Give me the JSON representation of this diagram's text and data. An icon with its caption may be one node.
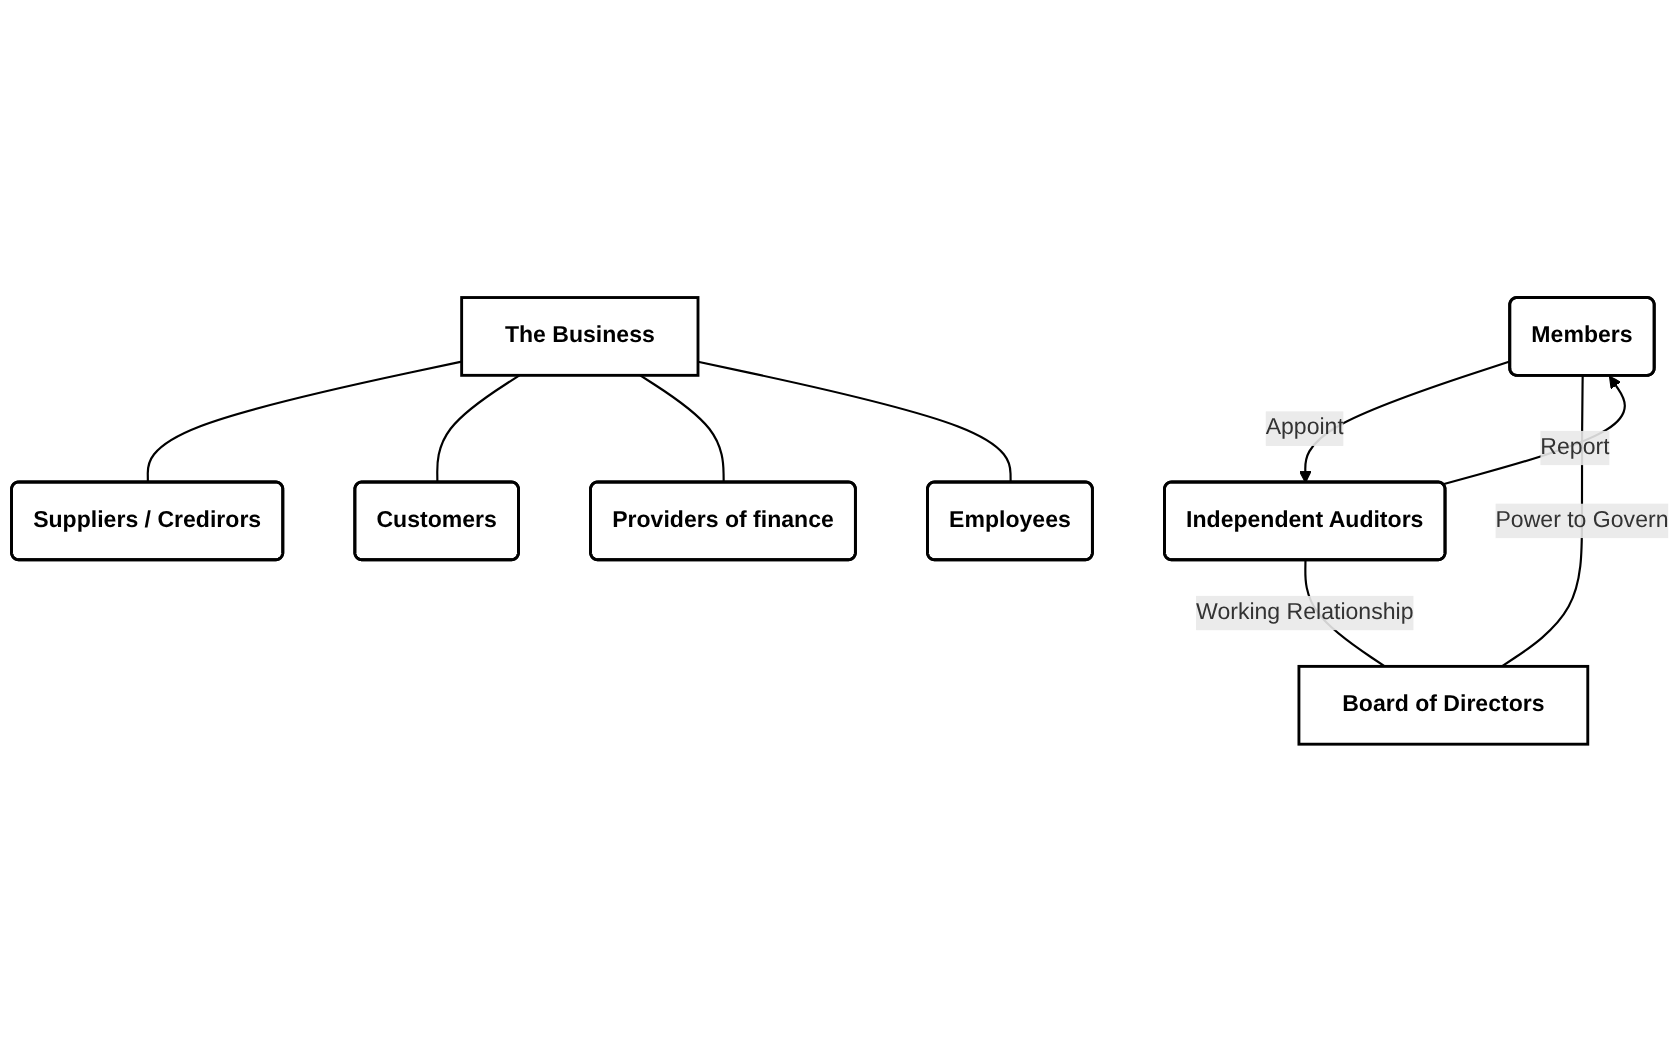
{
  "diagram": {
    "nodes": [
      {
        "text": [
          "Members"
        ]
      },
      {
        "text": [
          "Independent Auditors"
        ]
      },
      {
        "text": [
          "Board of Directors"
        ]
      },
      {
        "text": [
          "The Business"
        ]
      },
      {
        "text": [
          "Suppliers / Credirors"
        ]
      },
      {
        "text": [
          "Customers"
        ]
      },
      {
        "text": [
          "Providers of finance"
        ]
      },
      {
        "text": [
          "Employees"
        ]
      }
    ],
    "edges": [
      {
        "from": 0,
        "to": 1,
        "arrow": "to",
        "label": "Appoint"
      },
      {
        "from": 1,
        "to": 0,
        "arrow": "to",
        "label": "Report"
      },
      {
        "from": 0,
        "to": 2,
        "arrow": "none",
        "label": "Power to Govern"
      },
      {
        "from": 1,
        "to": 2,
        "arrow": "none",
        "label": "Working Relationship"
      },
      {
        "from": 3,
        "to": 4,
        "arrow": "none"
      },
      {
        "from": 3,
        "to": 5,
        "arrow": "none"
      },
      {
        "from": 3,
        "to": 6,
        "arrow": "none"
      },
      {
        "from": 3,
        "to": 7,
        "arrow": "none"
      }
    ]
  }
}
